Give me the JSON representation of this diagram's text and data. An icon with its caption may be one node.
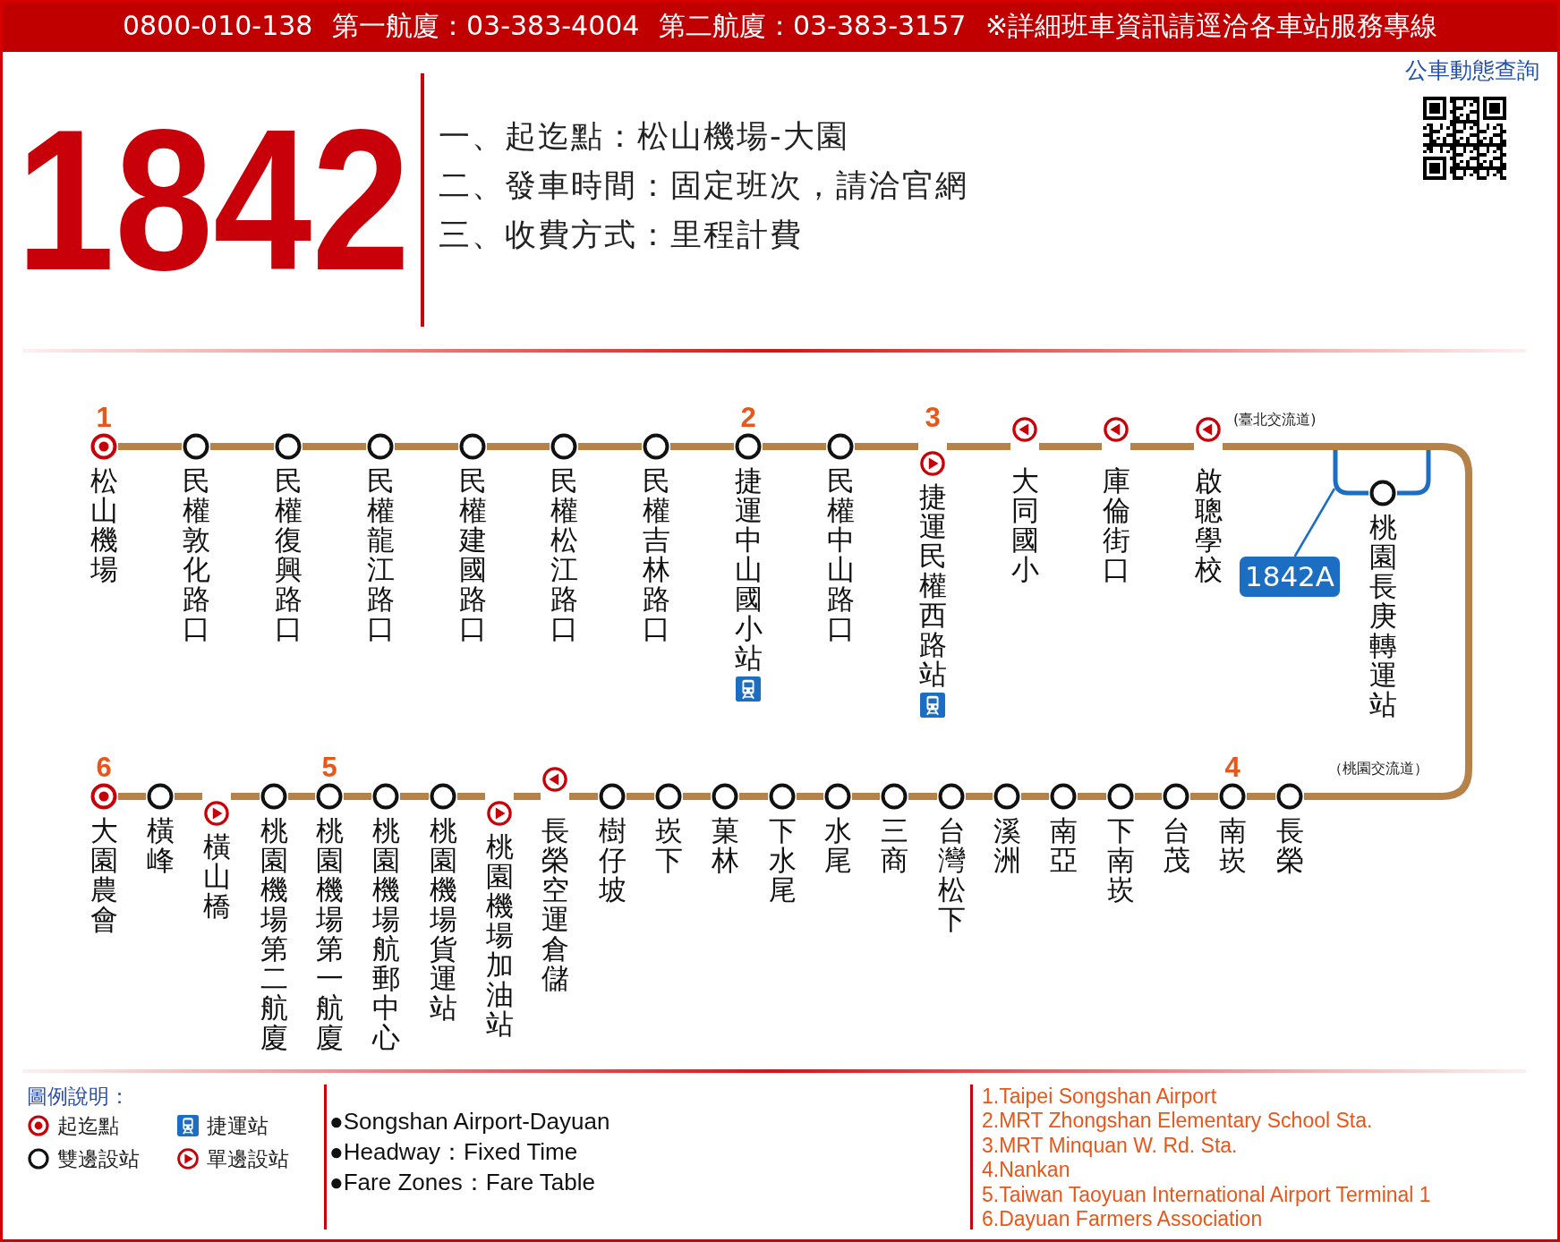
{
  "diagram": {
    "title": "1842",
    "nodes": [
      {
        "text": [
          "松山機場"
        ],
        "beside": [
          "1"
        ]
      },
      {
        "text": [
          "民權敦化路口"
        ]
      },
      {
        "text": [
          "民權復興路口"
        ]
      },
      {
        "text": [
          "民權龍江路口"
        ]
      },
      {
        "text": [
          "民權建國路口"
        ]
      },
      {
        "text": [
          "民權松江路口"
        ]
      },
      {
        "text": [
          "民權吉林路口"
        ]
      },
      {
        "text": [
          "捷運中山國小站"
        ],
        "beside": [
          "2"
        ]
      },
      {
        "text": [
          "民權中山路口"
        ]
      },
      {
        "text": [
          "捷運民權西路站"
        ],
        "beside": [
          "3"
        ]
      },
      {
        "text": [
          "大同國小"
        ]
      },
      {
        "text": [
          "庫倫街口"
        ]
      },
      {
        "text": [
          "啟聰學校"
        ]
      },
      {
        "text": [
          "1842A"
        ]
      },
      {
        "text": [
          "桃園長庚轉運站"
        ]
      },
      {
        "text": [
          "長榮"
        ]
      },
      {
        "text": [
          "南崁"
        ],
        "beside": [
          "4"
        ]
      },
      {
        "text": [
          "台茂"
        ]
      },
      {
        "text": [
          "下南崁"
        ]
      },
      {
        "text": [
          "南亞"
        ]
      },
      {
        "text": [
          "溪洲"
        ]
      },
      {
        "text": [
          "台灣松下"
        ]
      },
      {
        "text": [
          "三商"
        ]
      },
      {
        "text": [
          "水尾"
        ]
      },
      {
        "text": [
          "下水尾"
        ]
      },
      {
        "text": [
          "菓林"
        ]
      },
      {
        "text": [
          "崁下"
        ]
      },
      {
        "text": [
          "樹仔坡"
        ]
      },
      {
        "text": [
          "長榮空運倉儲"
        ]
      },
      {
        "text": [
          "桃園機場加油站"
        ]
      },
      {
        "text": [
          "桃園機場貨運站"
        ]
      },
      {
        "text": [
          "桃園機場航郵中心"
        ]
      },
      {
        "text": [
          "桃園機場第一航廈"
        ],
        "beside": [
          "5"
        ]
      },
      {
        "text": [
          "桃園機場第二航廈"
        ]
      },
      {
        "text": [
          "橫山橋"
        ]
      },
      {
        "text": [
          "橫峰"
        ]
      },
      {
        "text": [
          "大園農會"
        ],
        "beside": [
          "6"
        ]
      }
    ],
    "edges": [
      {
        "from": 0,
        "to": 1,
        "arrow": "none"
      },
      {
        "from": 1,
        "to": 2,
        "arrow": "none"
      },
      {
        "from": 2,
        "to": 3,
        "arrow": "none"
      },
      {
        "from": 3,
        "to": 4,
        "arrow": "none"
      },
      {
        "from": 4,
        "to": 5,
        "arrow": "none"
      },
      {
        "from": 5,
        "to": 6,
        "arrow": "none"
      },
      {
        "from": 6,
        "to": 7,
        "arrow": "none"
      },
      {
        "from": 7,
        "to": 8,
        "arrow": "none"
      },
      {
        "from": 8,
        "to": 9,
        "arrow": "none"
      },
      {
        "from": 9,
        "to": 10,
        "arrow": "none"
      },
      {
        "from": 10,
        "to": 11,
        "arrow": "none"
      },
      {
        "from": 11,
        "to": 12,
        "arrow": "none"
      },
      {
        "from": 12,
        "to": 15,
        "arrow": "none"
      },
      {
        "from": null,
        "to": 14,
        "arrow": "none",
        "color": "#1b6ec2"
      },
      {
        "from": 14,
        "to": null,
        "arrow": "none",
        "color": "#1b6ec2"
      },
      {
        "from": 13,
        "to": null,
        "arrow": "none",
        "color": "#1b6ec2"
      },
      {
        "from": 15,
        "to": 16,
        "arrow": "none"
      },
      {
        "from": 16,
        "to": 17,
        "arrow": "none"
      },
      {
        "from": 17,
        "to": 18,
        "arrow": "none"
      },
      {
        "from": 18,
        "to": 19,
        "arrow": "none"
      },
      {
        "from": 19,
        "to": 20,
        "arrow": "none"
      },
      {
        "from": 20,
        "to": 21,
        "arrow": "none"
      },
      {
        "from": 21,
        "to": 22,
        "arrow": "none"
      },
      {
        "from": 22,
        "to": 23,
        "arrow": "none"
      },
      {
        "from": 23,
        "to": 24,
        "arrow": "none"
      },
      {
        "from": 24,
        "to": 25,
        "arrow": "none"
      },
      {
        "from": 25,
        "to": 26,
        "arrow": "none"
      },
      {
        "from": 26,
        "to": 27,
        "arrow": "none"
      },
      {
        "from": 27,
        "to": 28,
        "arrow": "none"
      },
      {
        "from": 28,
        "to": 29,
        "arrow": "none"
      },
      {
        "from": 29,
        "to": 30,
        "arrow": "none"
      },
      {
        "from": 30,
        "to": 31,
        "arrow": "none"
      },
      {
        "from": 31,
        "to": 32,
        "arrow": "none"
      },
      {
        "from": 32,
        "to": 33,
        "arrow": "none"
      },
      {
        "from": 33,
        "to": 34,
        "arrow": "none"
      },
      {
        "from": 34,
        "to": 35,
        "arrow": "none"
      },
      {
        "from": 35,
        "to": 36,
        "arrow": "none"
      }
    ],
    "labels": [
      "0800-010-138 第一航廈：03-383-4004 第二航廈：03-383-3157 ※詳細班車資訊請逕洽各車站服務專線",
      "公車動態查詢",
      "一、起迄點：松山機場-大園",
      "二、發車時間：固定班次，請洽官網",
      "三、收費方式：里程計費",
      "(臺北交流道)",
      "（桃園交流道）",
      "圖例說明：",
      "●Songshan Airport-Dayuan",
      "●Headway：Fixed Time",
      "●Fare Zones：Fare Table",
      "1.Taipei Songshan Airport",
      "2.MRT Zhongshan Elementary School Sta.",
      "3.MRT Minquan W. Rd. Sta.",
      "4.Nankan",
      "5.Taiwan Taoyuan International Airport Terminal 1",
      "6.Dayuan Farmers Association"
    ],
    "legend": [
      {
        "text": "起迄點"
      },
      {
        "text": "捷運站"
      },
      {
        "text": "雙邊設站"
      },
      {
        "text": "單邊設站"
      }
    ]
  }
}
